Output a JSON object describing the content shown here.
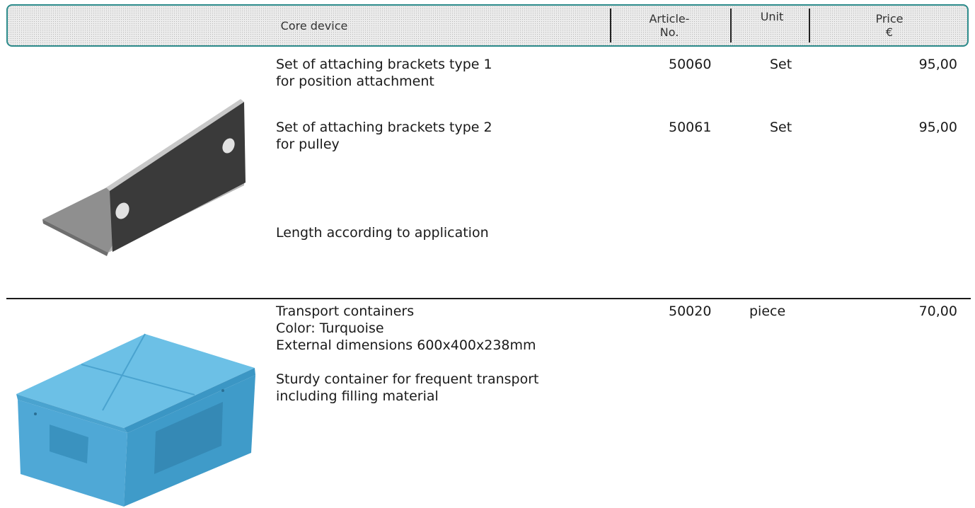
{
  "header": {
    "title": "Core device",
    "article": [
      "Article-",
      "No."
    ],
    "unit": "Unit",
    "price": [
      "Price",
      "€"
    ]
  },
  "items": [
    {
      "lines": [
        "Set of attaching brackets type 1",
        "for position attachment"
      ],
      "article_no": "50060",
      "unit": "Set",
      "price": "95,00"
    },
    {
      "lines": [
        "Set of attaching brackets type 2",
        "for pulley"
      ],
      "article_no": "50061",
      "unit": "Set",
      "price": "95,00"
    },
    {
      "lines": [
        "Length according to application"
      ]
    },
    {
      "lines": [
        "Transport containers",
        "Color: Turquoise",
        "External dimensions 600x400x238mm",
        "",
        "Sturdy container for frequent transport",
        "including filling material"
      ],
      "article_no": "50020",
      "unit": "piece",
      "price": "70,00"
    }
  ],
  "colors": {
    "header_border": "#2b8a8a",
    "bracket_face": "#3a3a3a",
    "bracket_base": "#9a9a9a",
    "container": "#5fb3dd"
  }
}
